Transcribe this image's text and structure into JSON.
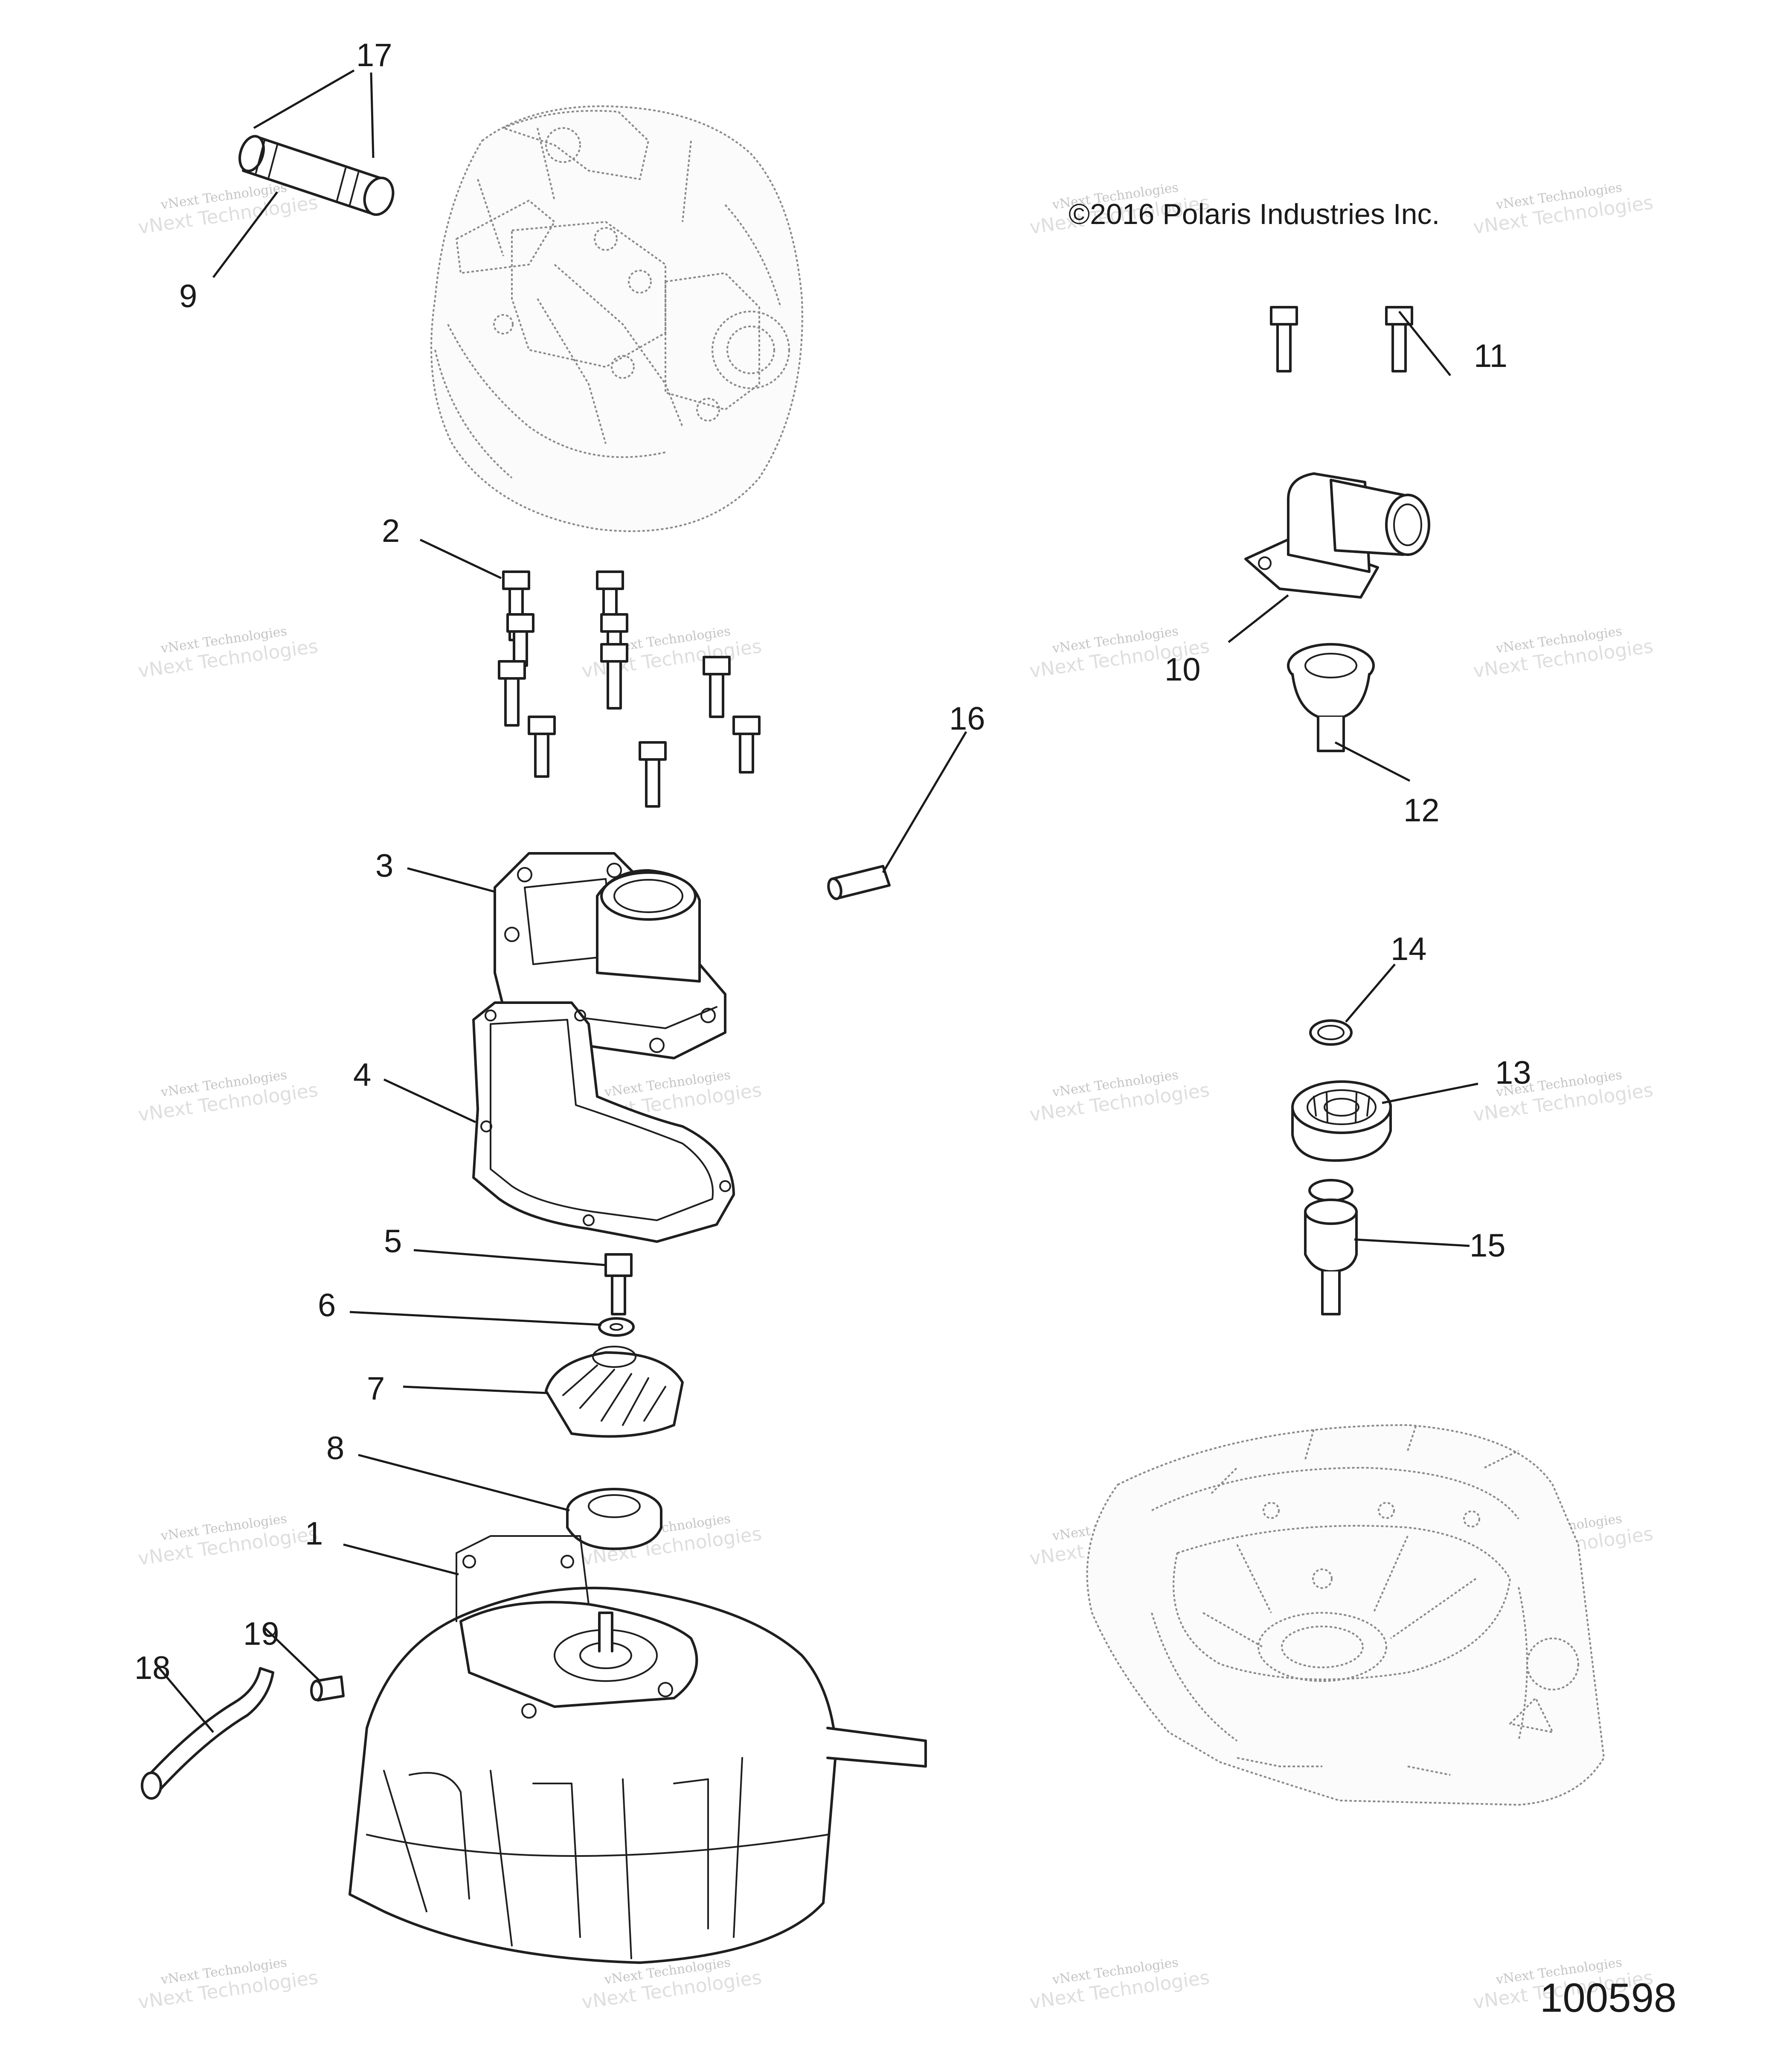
{
  "copyright": "©2016 Polaris Industries Inc.",
  "figure_number": "100598",
  "watermark": {
    "line1": "vNext Technologies",
    "line2": "vNext Technologies"
  },
  "callouts": [
    {
      "id": "1",
      "label": "1"
    },
    {
      "id": "2",
      "label": "2"
    },
    {
      "id": "3",
      "label": "3"
    },
    {
      "id": "4",
      "label": "4"
    },
    {
      "id": "5",
      "label": "5"
    },
    {
      "id": "6",
      "label": "6"
    },
    {
      "id": "7",
      "label": "7"
    },
    {
      "id": "8",
      "label": "8"
    },
    {
      "id": "9",
      "label": "9"
    },
    {
      "id": "10",
      "label": "10"
    },
    {
      "id": "11",
      "label": "11"
    },
    {
      "id": "12",
      "label": "12"
    },
    {
      "id": "13",
      "label": "13"
    },
    {
      "id": "14",
      "label": "14"
    },
    {
      "id": "15",
      "label": "15"
    },
    {
      "id": "16",
      "label": "16"
    },
    {
      "id": "17",
      "label": "17"
    },
    {
      "id": "18",
      "label": "18"
    },
    {
      "id": "19",
      "label": "19"
    }
  ]
}
